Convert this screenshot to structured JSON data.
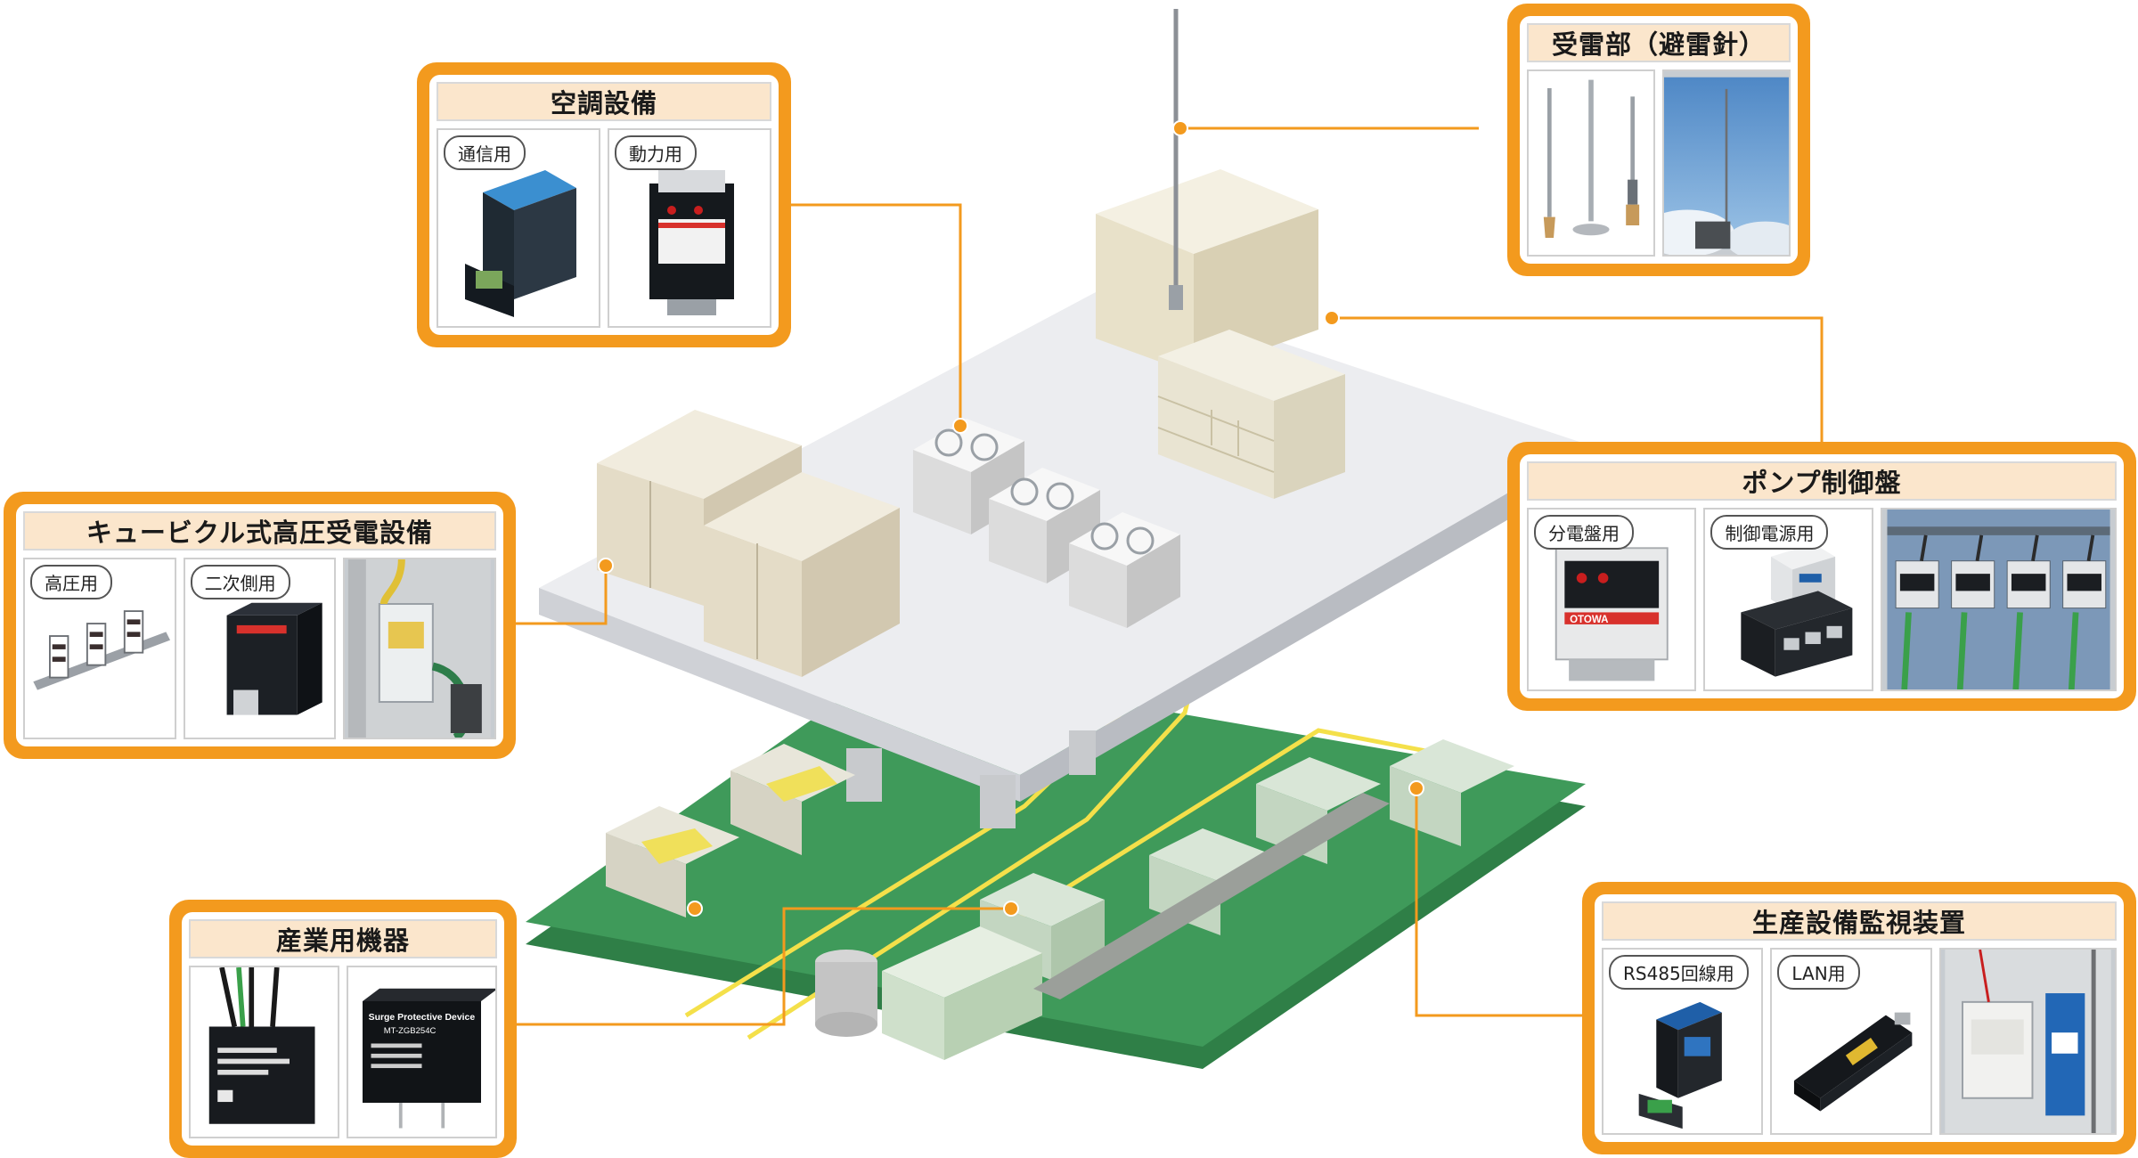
{
  "callouts": {
    "air_conditioning": {
      "title": "空調設備",
      "panels": [
        {
          "tag": "通信用"
        },
        {
          "tag": "動力用"
        }
      ]
    },
    "lightning_receptor": {
      "title": "受雷部（避雷針）"
    },
    "cubicle": {
      "title": "キュービクル式高圧受電設備",
      "panels": [
        {
          "tag": "高圧用"
        },
        {
          "tag": "二次側用"
        }
      ]
    },
    "pump_control": {
      "title": "ポンプ制御盤",
      "panels": [
        {
          "tag": "分電盤用"
        },
        {
          "tag": "制御電源用"
        }
      ]
    },
    "industrial": {
      "title": "産業用機器"
    },
    "production_monitor": {
      "title": "生産設備監視装置",
      "panels": [
        {
          "tag": "RS485回線用"
        },
        {
          "tag": "LAN用"
        }
      ]
    }
  },
  "device_labels": {
    "otowa": "OTOWA",
    "spd_title": "Surge Protective Device",
    "spd_model": "MT-ZGB254C"
  },
  "colors": {
    "accent_orange": "#f39a1e",
    "title_bg": "#fbe6cc",
    "floor_green": "#3f9a5a",
    "roof_gray": "#ecedf0",
    "lane_yellow": "#f4e04a"
  }
}
